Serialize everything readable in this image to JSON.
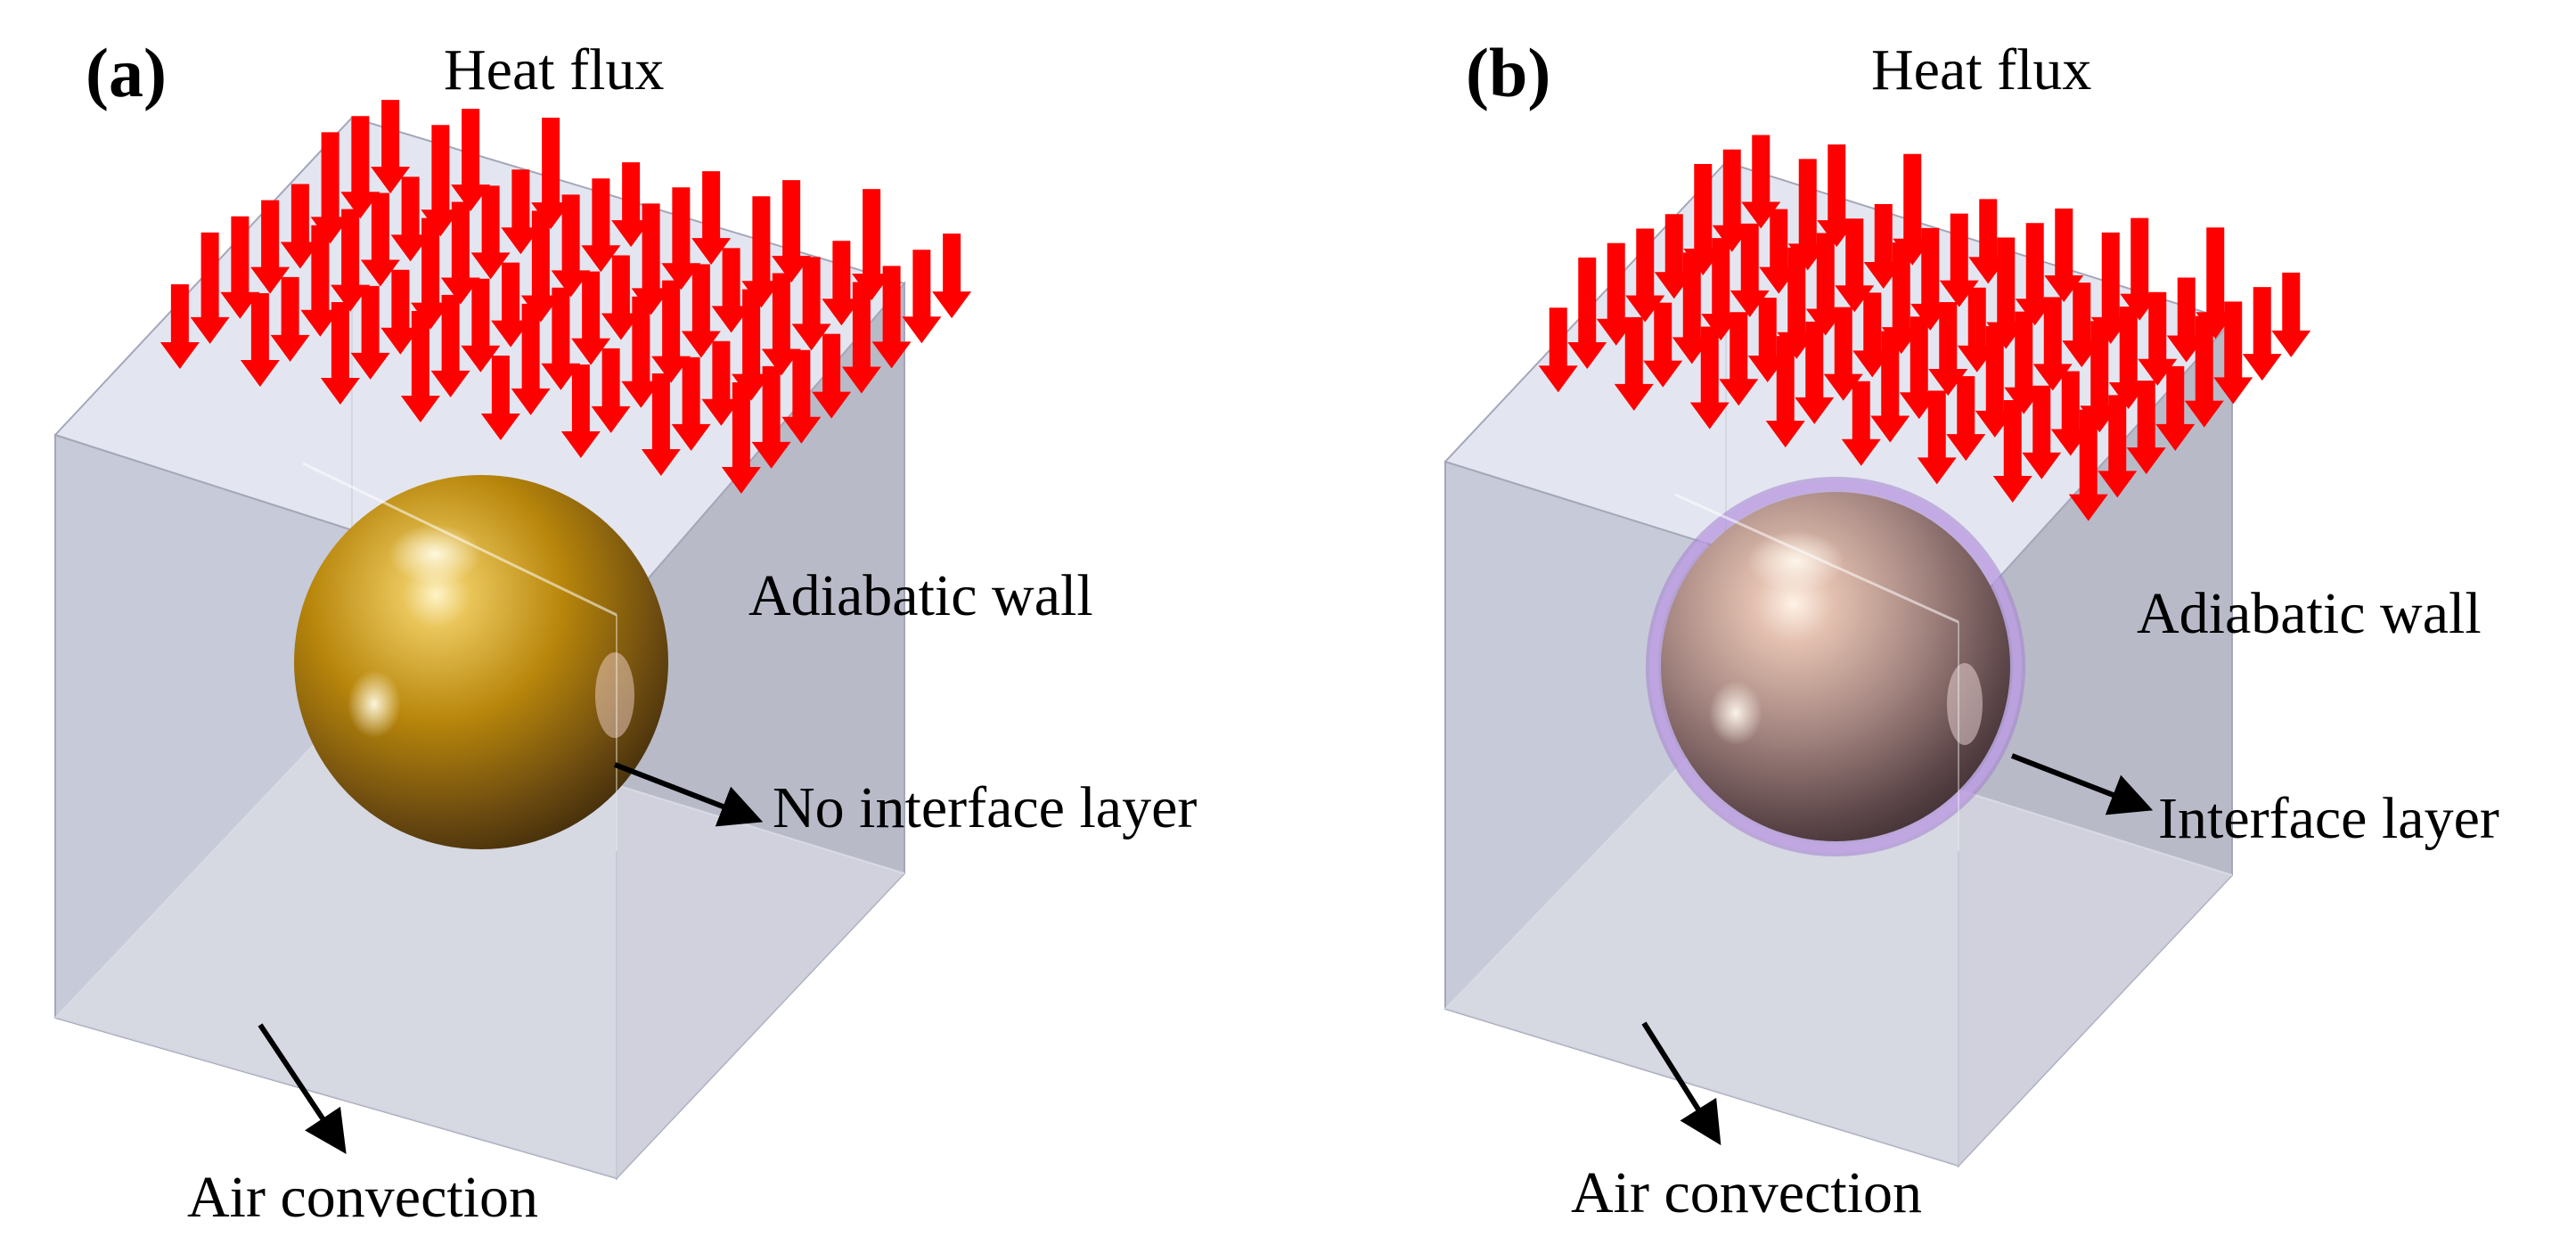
{
  "panels": [
    {
      "id": "a",
      "label": "(a)",
      "heat_flux_label": "Heat flux",
      "wall_label": "Adiabatic wall",
      "layer_label": "No interface layer",
      "convection_label": "Air convection",
      "sphere_color": "#b8860b",
      "has_interface_layer": false
    },
    {
      "id": "b",
      "label": "(b)",
      "heat_flux_label": "Heat flux",
      "wall_label": "Adiabatic wall",
      "layer_label": "Interface layer",
      "convection_label": "Air convection",
      "sphere_color": "#a48580",
      "has_interface_layer": true,
      "interface_layer_color": "#a47fd0"
    }
  ],
  "colors": {
    "arrow": "#ff0000",
    "box_top": "#e3e6f0",
    "box_left": "#c7cad8",
    "box_right": "#b8bac8",
    "box_edge": "#a4a7b8",
    "pointer": "#000000"
  },
  "icons": {
    "heat_flux_arrow": "red-down-arrow-icon",
    "pointer_arrow": "black-pointer-arrow-icon"
  }
}
